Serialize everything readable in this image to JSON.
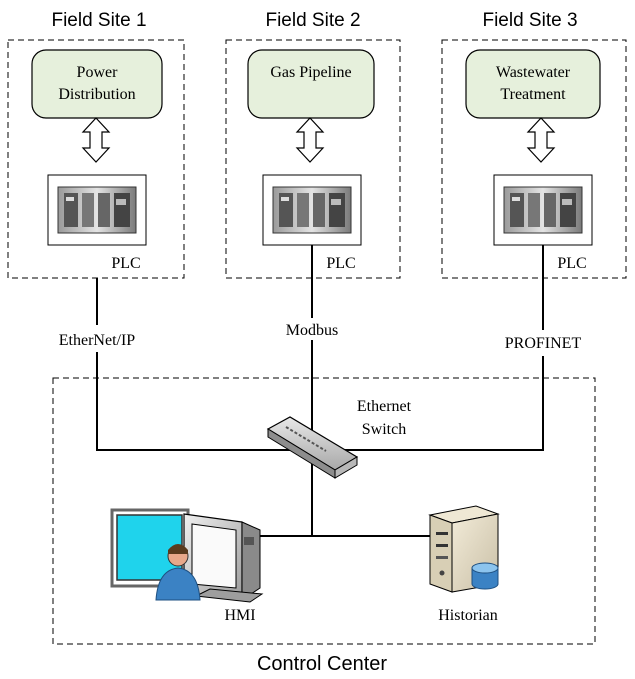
{
  "sites": [
    {
      "title": "Field Site 1",
      "process": [
        "Power",
        "Distribution"
      ],
      "device": "PLC"
    },
    {
      "title": "Field Site 2",
      "process": [
        "Gas Pipeline"
      ],
      "device": "PLC"
    },
    {
      "title": "Field Site 3",
      "process": [
        "Wastewater",
        "Treatment"
      ],
      "device": "PLC"
    }
  ],
  "protocols": [
    "EtherNet/IP",
    "Modbus",
    "PROFINET"
  ],
  "switch_label": [
    "Ethernet",
    "Switch"
  ],
  "hmi_label": "HMI",
  "historian_label": "Historian",
  "control_center_label": "Control Center",
  "colors": {
    "process_fill": "#e6f0dc",
    "screen_blue": "#1fd3ec",
    "person_blue": "#3b82c4"
  },
  "icons": [
    "plc-icon",
    "switch-icon",
    "hmi-workstation-icon",
    "operator-icon",
    "historian-server-icon",
    "database-icon",
    "bidirectional-arrow-icon"
  ]
}
